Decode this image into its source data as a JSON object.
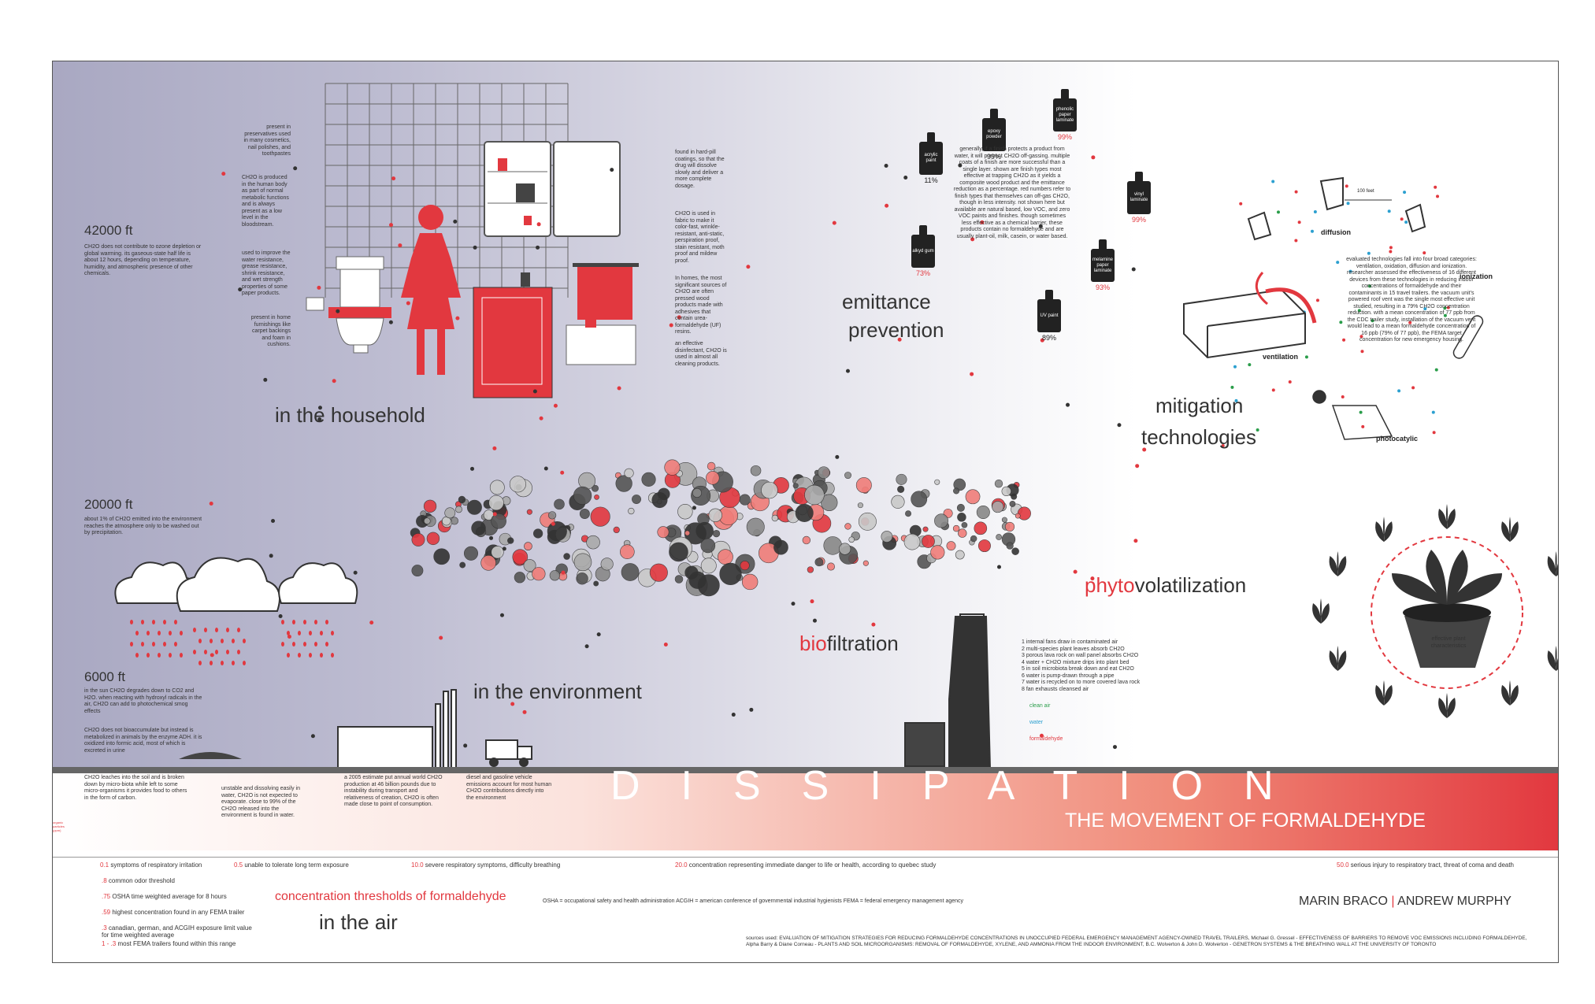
{
  "headings": {
    "household": "in the household",
    "environment": "in the environment",
    "emittance_1": "emittance",
    "emittance_2": "prevention",
    "mitigation_1": "mitigation",
    "mitigation_2": "technologies",
    "phyto_red": "phyto",
    "phyto_rest": "volatilization",
    "bio_red": "bio",
    "bio_rest": "filtration",
    "in_the_air": "in the air",
    "thresholds": "concentration thresholds of formaldehyde"
  },
  "banner": {
    "dissipation": "DISSIPATION",
    "subtitle": "THE MOVEMENT OF FORMALDEHYDE"
  },
  "authors": {
    "a": "MARIN BRACO",
    "b": "ANDREW MURPHY"
  },
  "altitudes": {
    "a42": "42000 ft",
    "a20": "20000 ft",
    "a6": "6000 ft"
  },
  "texts": {
    "alt42": "CH2O does not contribute to ozone depletion or global warming. its gaseous-state half life is about 12 hours, depending on temperature, humidity, and atmospheric presence of other chemicals.",
    "alt20": "about 1% of CH2O emitted into the environment reaches the atmosphere only to be washed out by precipitation.",
    "alt6": "in the sun CH2O degrades down to CO2 and H2O. when reacting with hydroxyl radicals in the air, CH2O can add to photochemical smog effects",
    "alt6b": "CH2O does not bioaccumulate but instead is metabolized in animals by the enzyme ADH. it is oxidized into formic acid, most of which is excreted in urine",
    "hh1": "present in preservatives used in many cosmetics, nail polishes, and toothpastes",
    "hh2": "CH2O is produced in the human body as part of normal metabolic functions and is always present as a low level in the bloodstream.",
    "hh3": "used to improve the water resistance, grease resistance, shrink resistance, and wet strength properties of some paper products.",
    "hh4": "present in home furnishings like carpet backings and foam in cushions.",
    "hh5": "found in hard-pill coatings, so that the drug will dissolve slowly and deliver a more complete dosage.",
    "hh6": "CH2O is used in fabric to make it color-fast, wrinkle-resistant, anti-static, perspiration proof, stain resistant, moth proof and mildew proof.",
    "hh7": "In homes, the most significant sources of CH2O are often pressed wood products made with adhesives that contain urea-formaldehyde (UF) resins.",
    "hh8": "an effective disinfectant, CH2O is used in almost all cleaning products.",
    "emit": "generally, if a finish protects a product from water, it will prevent CH2O off-gassing. multiple coats of a finish are more successful than a single layer. shown are finish types most effective at trapping CH2O as it yields a composite wood product and the emittance reduction as a percentage. red numbers refer to finish types that themselves can off-gas CH2O, though in less intensity. not shown here but available are natural based, low VOC, and zero VOC paints and finishes. though sometimes less effective as a chemical barrier, these products contain no formaldehyde and are usually plant-oil, milk, casein, or water based.",
    "mitig": "evaluated technologies fall into four broad categories: ventilation, oxidation, diffusion and ionization. researcher assessed the effectiveness of 16 different devices from these technologies in reducing indoor concentrations of formaldehyde and their contaminants in 15 travel trailers. the vacuum unit's powered roof vent was the single most effective unit studied, resulting in a 79% CH2O concentration reduction. with a mean concentration of 77 ppb from the CDC trailer study, installation of the vacuum vent would lead to a mean formaldehyde concentration of 16 ppb (79% of 77 ppb), the FEMA target concentration for new emergency housing.",
    "bio": "1 internal fans draw in contaminated air\n2 multi-species plant leaves absorb CH2O\n3 porous lava rock on wall panel absorbs CH2O\n4 water + CH2O mixture drips into plant bed\n5 in soil microbiota break down and eat CH2O\n6 water is pump-drawn through a pipe\n7 water is recycled on to more covered lava rock\n8 fan exhausts cleansed air",
    "leg1": "clean air",
    "leg2": "water",
    "leg3": "formaldehyde",
    "soil": "CH2O leaches into the soil and is broken down by micro-biota while left to some micro-organisms it provides food to others in the form of carbon.",
    "water": "unstable and dissolving easily in water, CH2O is not expected to evaporate. close to 99% of the CH2O released into the environment is found in water.",
    "prod": "a 2005 estimate put annual world CH2O production at 46 billion pounds due to instability during transport and relativeness of creation, CH2O is often made close to point of consumption.",
    "diesel": "diesel and gasoline vehicle emissions account for most human CH2O contributions directly into the environment",
    "abbr": "OSHA = occupational safety and health administration   ACGIH = american conference of governmental industrial hygienists   FEMA = federal emergency management agency",
    "sources": "sources used:     EVALUATION OF MITIGATION STRATEGIES FOR REDUCING FORMALDEHYDE CONCENTRATIONS IN UNOCCUPIED FEDERAL EMERGENCY MANAGEMENT AGENCY-OWNED TRAVEL TRAILERS, Michael G. Gressel - EFFECTIVENESS OF BARRIERS TO REMOVE VOC EMISSIONS INCLUDING FORMALDEHYDE, Alpha Barry & Diane Corneau - PLANTS AND SOIL MICROORGANISMS: REMOVAL OF FORMALDEHYDE, XYLENE, AND AMMONIA FROM THE INDOOR ENVIRONMENT, B.C. Wolverton & John D. Wolverton - GENETRON SYSTEMS & THE BREATHING WALL AT THE UNIVERSITY OF TORONTO",
    "unit": "organic\nparticles\n(ppm)"
  },
  "finishes": [
    {
      "label": "epoxy powder",
      "pct": "99%",
      "red": false
    },
    {
      "label": "phenolic paper laminate",
      "pct": "99%",
      "red": true
    },
    {
      "label": "acrylic paint",
      "pct": "11%",
      "red": false
    },
    {
      "label": "vinyl laminate",
      "pct": "99%",
      "red": true
    },
    {
      "label": "alkyd gum",
      "pct": "73%",
      "red": true
    },
    {
      "label": "UV paint",
      "pct": "89%",
      "red": false
    },
    {
      "label": "melamine paper laminate",
      "pct": "93%",
      "red": true
    }
  ],
  "mitig_labels": {
    "diffusion": "diffusion",
    "ionization": "ionization",
    "ventilation": "ventilation",
    "photocat": "photocatylic",
    "scale": "100 feet"
  },
  "plant_center": "effective plant characteristics",
  "thresholds_list": [
    {
      "v": "0.1",
      "t": "symptoms of respiratory irritation"
    },
    {
      "v": "0.5",
      "t": "unable to tolerate long term exposure"
    },
    {
      "v": "10.0",
      "t": "severe respiratory symptoms, difficulty breathing"
    },
    {
      "v": "20.0",
      "t": "concentration representing immediate danger to life or health, according to quebec study"
    },
    {
      "v": "50.0",
      "t": "serious injury to respiratory tract, threat of coma and death"
    }
  ],
  "left_list": [
    {
      "v": ".8",
      "t": "common odor threshold"
    },
    {
      "v": ".75",
      "t": "OSHA time weighted average for 8 hours"
    },
    {
      "v": ".59",
      "t": "highest concentration found in any FEMA trailer"
    },
    {
      "v": ".3",
      "t": "canadian, german, and ACGIH exposure limit value for time weighted average"
    },
    {
      "v": "1 - .3",
      "t": "most FEMA trailers found within this range"
    }
  ],
  "colors": {
    "red": "#e2383f",
    "dark": "#333333",
    "slate": "#a9a8c2"
  }
}
